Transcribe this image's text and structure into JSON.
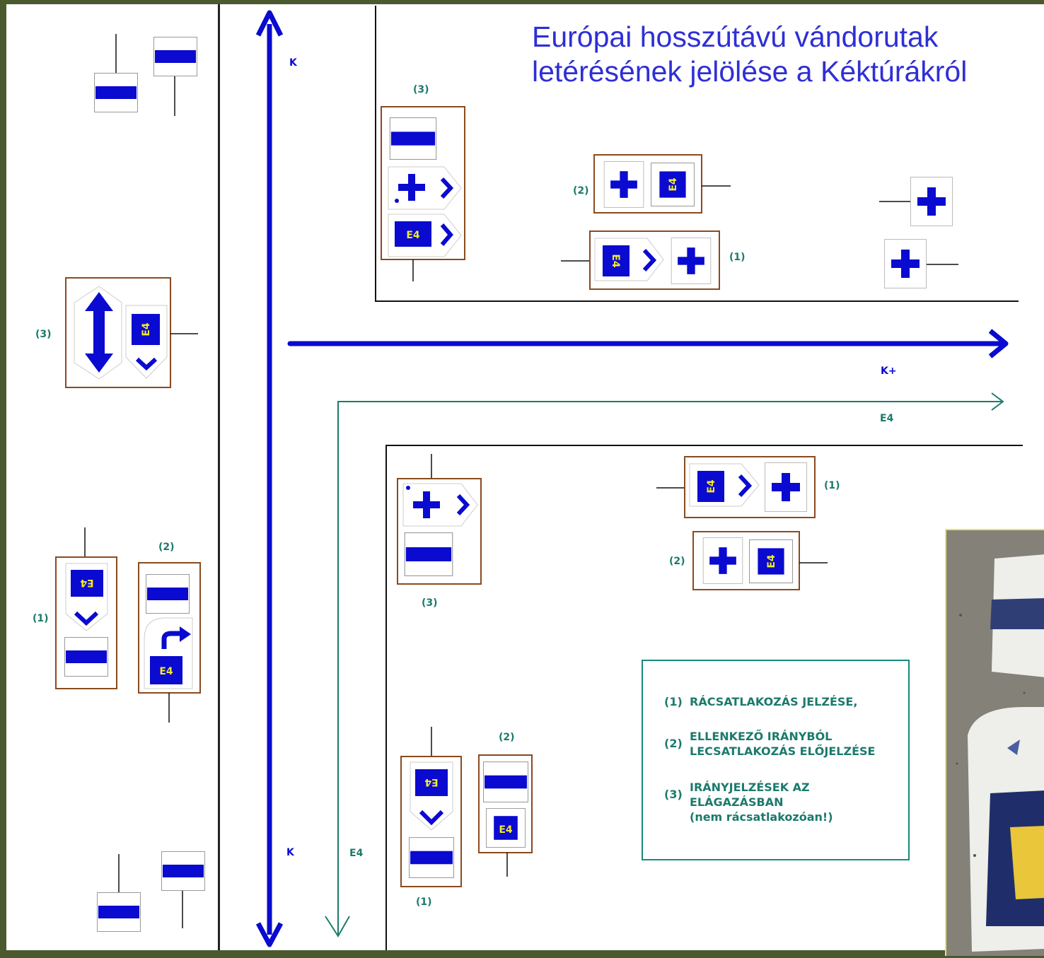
{
  "title": {
    "line1": "Európai hosszútávú vándorutak",
    "line2": "letérésének jelölése a Kéktúrákról"
  },
  "route_labels": {
    "k_top": "K",
    "k_bottom": "K",
    "k_plus": "K+",
    "e4_horizontal": "E4",
    "e4_vertical": "E4"
  },
  "sign_text": {
    "e4": "E4",
    "e4_mirrored": "E4"
  },
  "group_labels": {
    "left_3": "(3)",
    "left_1": "(1)",
    "left_2": "(2)",
    "top_3": "(3)",
    "top_2": "(2)",
    "top_1": "(1)",
    "mid_3": "(3)",
    "mid_1": "(1)",
    "mid_2": "(2)",
    "bot_2": "(2)",
    "bot_1": "(1)"
  },
  "legend": {
    "items": [
      {
        "num": "(1)",
        "text": "RÁCSATLAKOZÁS JELZÉSE,"
      },
      {
        "num": "(2)",
        "text": "ELLENKEZŐ IRÁNYBÓL\nLECSATLAKOZÁS ELŐJELZÉSE"
      },
      {
        "num": "(3)",
        "text": "IRÁNYJELZÉSEK AZ\nELÁGAZÁSBAN\n(nem rácsatlakozóan!)"
      }
    ]
  },
  "colors": {
    "blue": "#0a0ad0",
    "teal": "#1c7a6c",
    "frame": "#8a4a20",
    "sign_text": "#f2ea2a",
    "background": "#4b5a2e"
  }
}
